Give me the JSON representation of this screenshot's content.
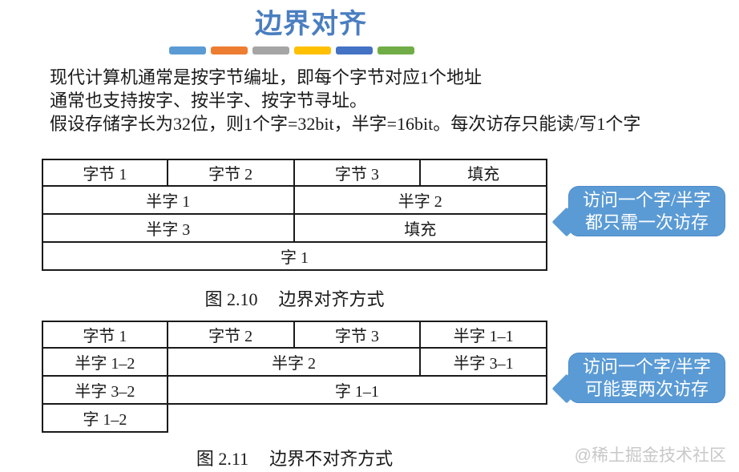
{
  "title": "边界对齐",
  "accent_bars": {
    "colors": [
      "#5B9BD5",
      "#ED7D31",
      "#A5A5A5",
      "#FFC000",
      "#4472C4",
      "#70AD47"
    ]
  },
  "intro": {
    "lines": [
      "现代计算机通常是按字节编址，即每个字节对应1个地址",
      "通常也支持按字、按半字、按字节寻址。",
      "假设存储字长为32位，则1个字=32bit，半字=16bit。每次访存只能读/写1个字"
    ]
  },
  "figure1": {
    "rows": [
      [
        "字节 1",
        "字节 2",
        "字节 3",
        "填充"
      ],
      [
        "半字 1",
        "半字 2"
      ],
      [
        "半字 3",
        "填充"
      ],
      [
        "字 1"
      ]
    ],
    "caption_no": "图 2.10",
    "caption_text": "边界对齐方式",
    "callout": [
      "访问一个字/半字",
      "都只需一次访存"
    ]
  },
  "figure2": {
    "rows": [
      [
        "字节 1",
        "字节 2",
        "字节 3",
        "半字 1–1"
      ],
      [
        "半字 1–2",
        "半字 2",
        "半字 3–1"
      ],
      [
        "半字 3–2",
        "字 1–1"
      ],
      [
        "字 1–2"
      ]
    ],
    "caption_no": "图 2.11",
    "caption_text": "边界不对齐方式",
    "callout": [
      "访问一个字/半字",
      "可能要两次访存"
    ]
  },
  "watermark": "@稀土掘金技术社区",
  "colors": {
    "page_bg": "#FFFFFF",
    "title_text": "#4A7EC0",
    "body_text": "#1A1A1A",
    "table_border": "#1A1A1A",
    "callout_bg": "#5B9BD5",
    "callout_border": "#4E8BC8",
    "callout_text": "#FFFFFF",
    "watermark": "#C8C8C8"
  }
}
